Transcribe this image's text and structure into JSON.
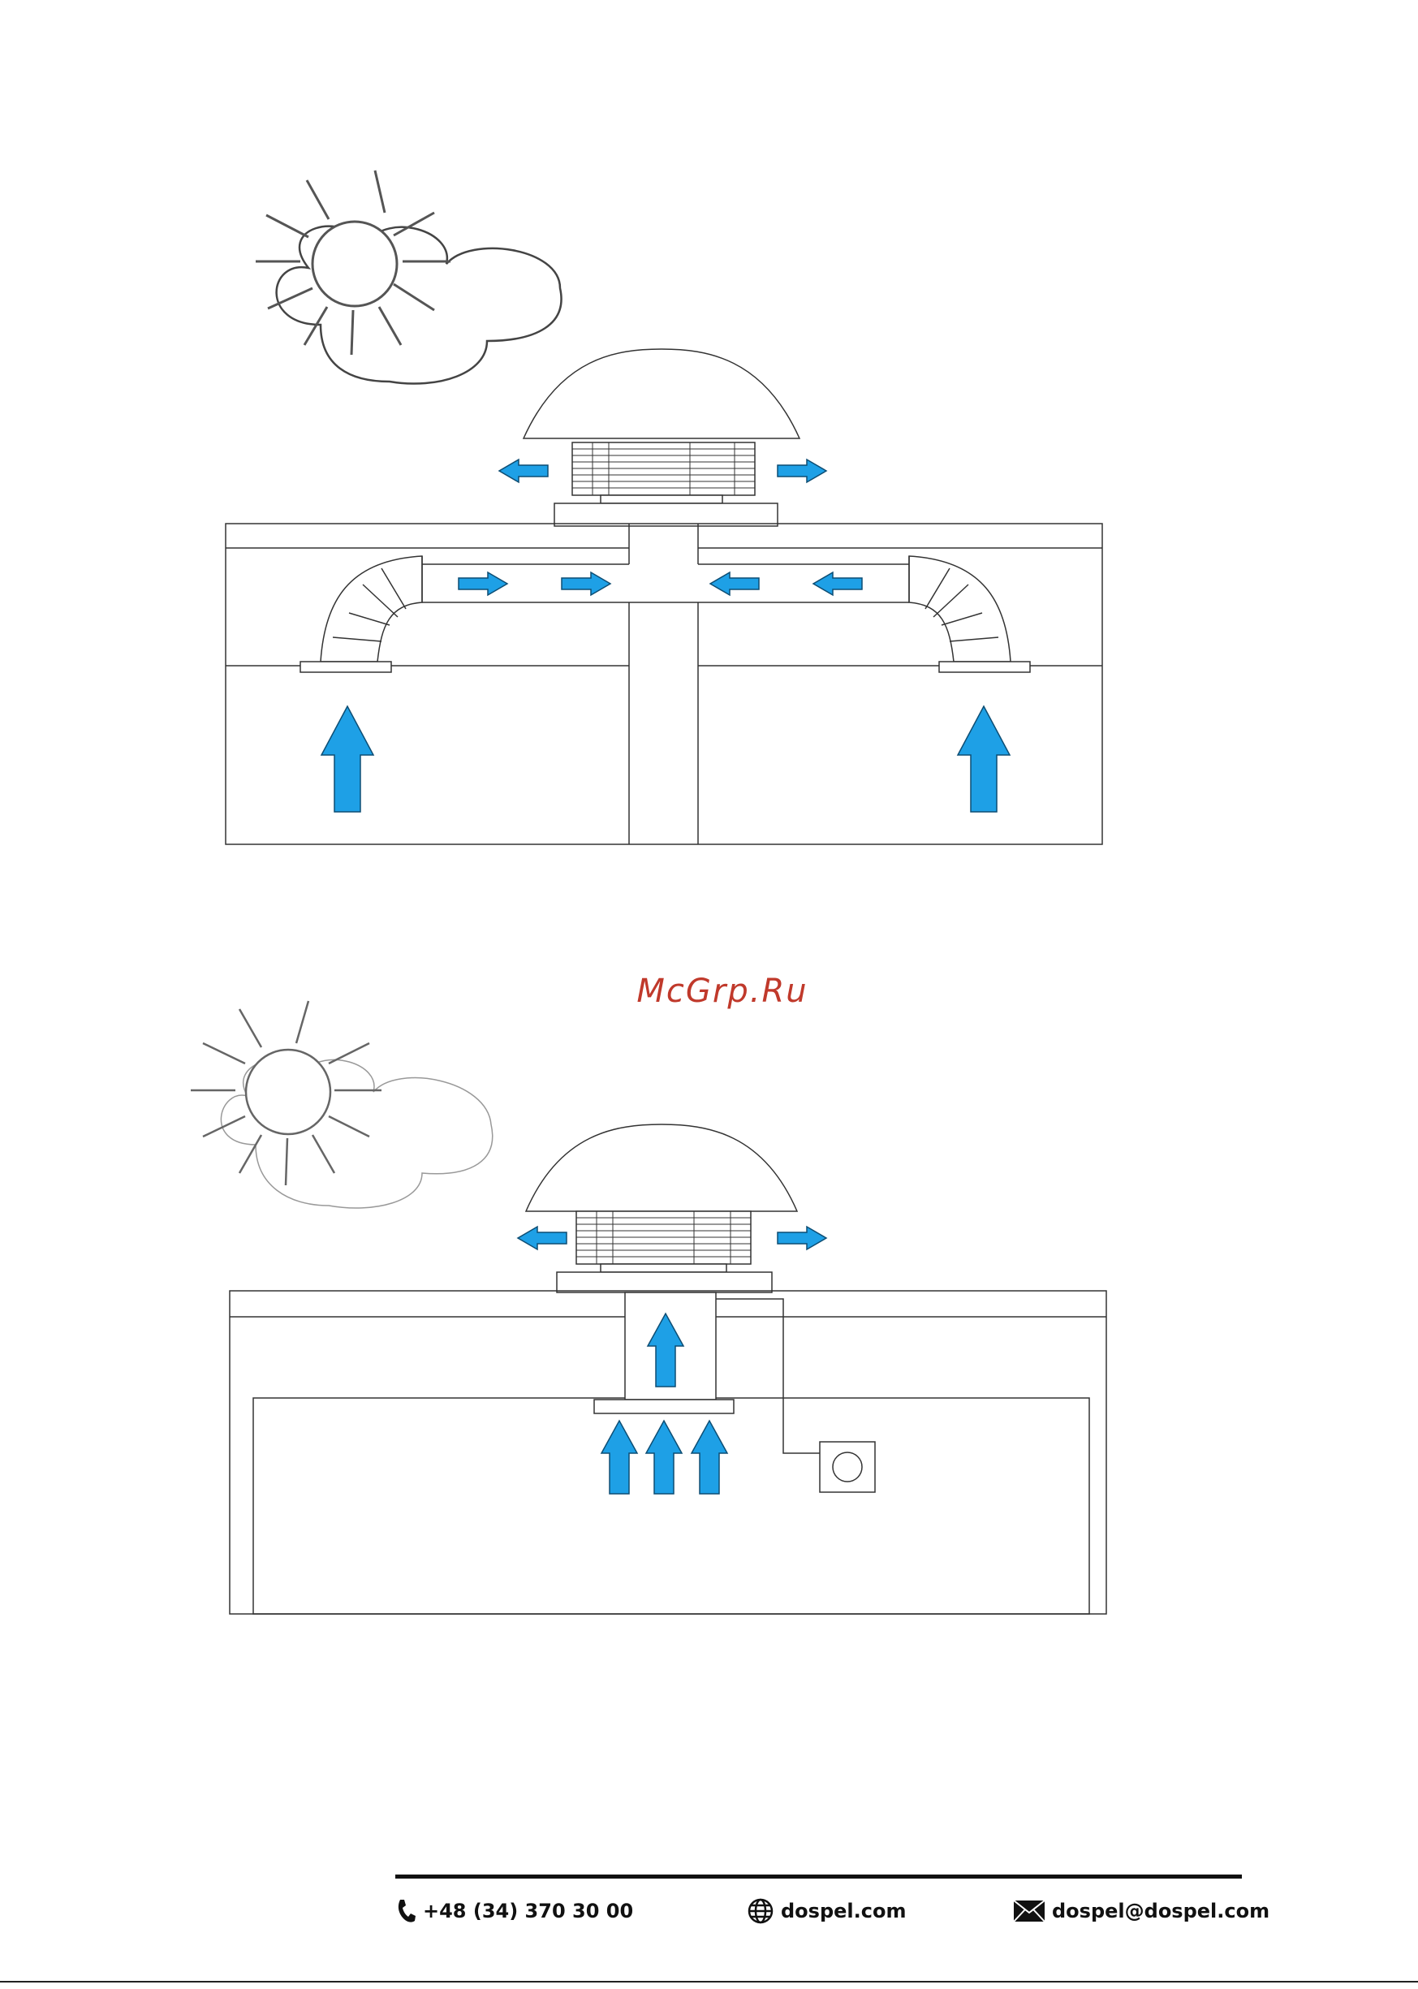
{
  "watermark": "McGrp.Ru",
  "footer": {
    "phone": "+48 (34) 370 30 00",
    "website": "dospel.com",
    "email": "dospel@dospel.com",
    "phone_icon": "phone-icon",
    "web_icon": "globe-icon",
    "email_icon": "envelope-icon"
  },
  "colors": {
    "arrow_fill": "#1ea0e6",
    "line": "#333333",
    "cloud": "#444444"
  }
}
